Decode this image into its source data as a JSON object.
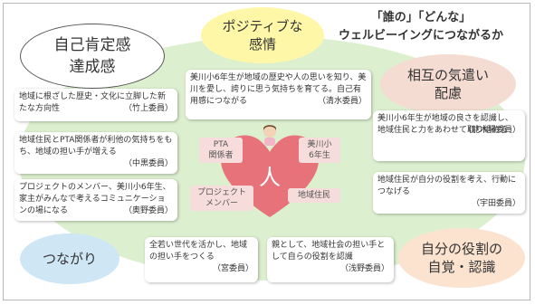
{
  "title": {
    "line1": "「誰の」「どんな」",
    "line2": "ウェルビーイングにつながるか"
  },
  "ovals": {
    "self_affirmation": "自己肯定感\n達成感",
    "positive_emotion": "ポジティブな\n感情",
    "mutual_care": "相互の気遣い\n配慮",
    "connection": "つながり",
    "self_role": "自分の役割の\n自覚・認識"
  },
  "center": {
    "pta": "PTA\n関係者",
    "mikawa_6th": "美川小\n6年生",
    "project": "プロジェクト\nメンバー",
    "residents": "地域住民",
    "person_char": "人"
  },
  "comments": {
    "c1": {
      "text": "美川小6年生が地域の歴史や人の思いを知り、美川を愛し、誇りに思う気持ちを育てる。自己有用感につながる",
      "author": "（清水委員）"
    },
    "c2": {
      "text": "地域に根ざした歴史・文化に立脚した新たな方向性",
      "author": "（竹上委員）"
    },
    "c3": {
      "text": "地域住民とPTA関係者が利他の気持ちをもち、地域の担い手が増える",
      "author": "（中黒委員）"
    },
    "c4": {
      "text": "プロジェクトのメンバー、美川小6年生、家主がみんなで考えるコミュニケーションの場になる",
      "author": "（奥野委員）"
    },
    "c5": {
      "text": "美川小6年生が地域の良さを認識し、地域住民と力をあわせて取り組める",
      "author": "（能木場委員）"
    },
    "c6": {
      "text": "地域住民が自分の役割を考え、行動につなげる",
      "author": "（宇田委員）"
    },
    "c7": {
      "text": "全若い世代を活かし、地域の担い手をつくる",
      "author": "（宮委員）"
    },
    "c8": {
      "text": "親として、地域社会の担い手として自らの役割を認識",
      "author": "（浅野委員）"
    }
  },
  "colors": {
    "background_ellipse": "#dcefcf",
    "positive_oval": "#fff7a8",
    "mutual_oval": "#f5dcd2",
    "connection_oval": "#cfe6f5",
    "role_oval": "#fbe3d0",
    "heart": "#e8727a"
  }
}
